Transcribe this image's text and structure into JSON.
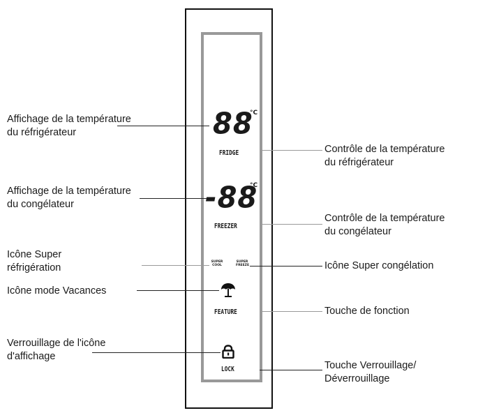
{
  "left_labels": {
    "fridge_display": [
      "Affichage de la température",
      "du réfrigérateur"
    ],
    "freezer_display": [
      "Affichage de la température",
      "du congélateur"
    ],
    "super_cool_icon": [
      "Icône Super",
      "réfrigération"
    ],
    "holiday_icon": [
      "Icône mode Vacances"
    ],
    "lock_display": [
      "Verrouillage de l'icône",
      "d'affichage"
    ]
  },
  "right_labels": {
    "fridge_control": [
      "Contrôle de la température",
      "du réfrigérateur"
    ],
    "freezer_control": [
      "Contrôle de la température",
      "du congélateur"
    ],
    "super_freeze_icon": [
      "Icône Super congélation"
    ],
    "function_key": [
      "Touche de fonction"
    ],
    "lock_key": [
      "Touche Verrouillage/",
      "Déverrouillage"
    ]
  },
  "panel": {
    "fridge_temp": "88",
    "freezer_temp": "-88",
    "unit": "°C",
    "fridge_label": "FRIDGE",
    "freezer_label": "FREEZER",
    "super_cool_line1": "SUPER",
    "super_cool_line2": "COOL",
    "super_freeze_line1": "SUPER",
    "super_freeze_line2": "FREEZE",
    "feature_label": "FEATURE",
    "lock_label": "LOCK"
  },
  "icons": {
    "holiday": "umbrella-tree-icon",
    "lock": "padlock-icon"
  }
}
